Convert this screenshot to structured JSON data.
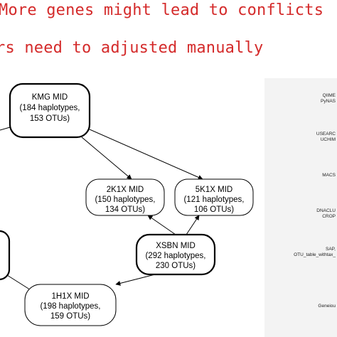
{
  "captions": {
    "line1": "More genes might lead to conflicts",
    "line2": "rs need to adjusted manually"
  },
  "diagram": {
    "nodes": {
      "kmg": {
        "title": "KMG MID",
        "line2": "(184 haplotypes,",
        "line3": "153 OTUs)"
      },
      "k2": {
        "title": "2K1X MID",
        "line2": "(150 haplotypes,",
        "line3": "134 OTUs)"
      },
      "k5": {
        "title": "5K1X MID",
        "line2": "(121 haplotypes,",
        "line3": "106 OTUs)"
      },
      "xsbn": {
        "title": "XSBN MID",
        "line2": "(292 haplotypes,",
        "line3": "230 OTUs)"
      },
      "h1x": {
        "title": "1H1X MID",
        "line2": "(198 haplotypes,",
        "line3": "159 OTUs)"
      }
    }
  },
  "right_panel": {
    "labels": [
      {
        "l1": "QIIME",
        "l2": "PyNAS"
      },
      {
        "l1": "USEARC",
        "l2": "UCHIM"
      },
      {
        "l1": "MACS",
        "l2": ""
      },
      {
        "l1": "DNACLU",
        "l2": "CROP"
      },
      {
        "l1": "SAP,",
        "l2": "OTU_table_withtax_"
      },
      {
        "l1": "Geneiou",
        "l2": ""
      }
    ]
  }
}
